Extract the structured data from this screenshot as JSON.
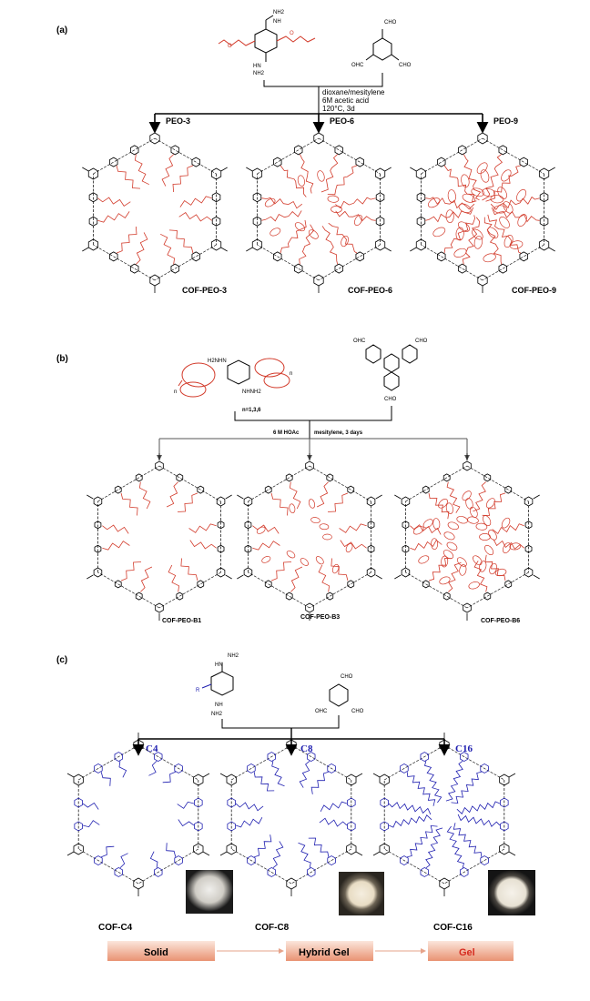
{
  "panels": {
    "a": {
      "label": "(a)",
      "monomer_top": {
        "nh2": "NH2",
        "nh": "NH",
        "hn": "HN",
        "nh2b": "NH2"
      },
      "monomer_right": {
        "cho1": "CHO",
        "cho2": "CHO",
        "cho3": "OHC"
      },
      "conditions": [
        "dioxane/mesitylene",
        "6M acetic acid",
        "120°C, 3d"
      ],
      "branches": [
        "PEO-3",
        "PEO-6",
        "PEO-9"
      ],
      "products": [
        "COF-PEO-3",
        "COF-PEO-6",
        "COF-PEO-9"
      ]
    },
    "b": {
      "label": "(b)",
      "monomer_note": "n=1,3,6",
      "monomer_top": {
        "h2n": "H2NHN",
        "nhnh2": "NHNH2",
        "n1": "n",
        "n2": "n"
      },
      "monomer_right": {
        "cho1": "OHC",
        "cho2": "CHO",
        "cho3": "CHO"
      },
      "conditions_left": "6 M HOAc",
      "conditions_right": "mesitylene, 3 days",
      "products": [
        "COF-PEO-B1",
        "COF-PEO-B3",
        "COF-PEO-B6"
      ]
    },
    "c": {
      "label": "(c)",
      "monomer_top": {
        "nh2": "NH2",
        "hn": "HN",
        "nh": "NH",
        "nh2b": "NH2",
        "r": "R"
      },
      "monomer_right": {
        "cho1": "CHO",
        "cho2": "CHO",
        "cho3": "OHC"
      },
      "branches": [
        "C4",
        "C8",
        "C16"
      ],
      "products": [
        "COF-C4",
        "COF-C8",
        "COF-C16"
      ],
      "states": [
        "Solid",
        "Hybrid Gel",
        "Gel"
      ]
    }
  },
  "colors": {
    "peo_red": "#d23a2a",
    "alkyl_blue": "#1f1fb0",
    "state_box_start": "#f7dccf",
    "state_box_end": "#ea8a6a",
    "gel_text": "#d62b1f"
  }
}
